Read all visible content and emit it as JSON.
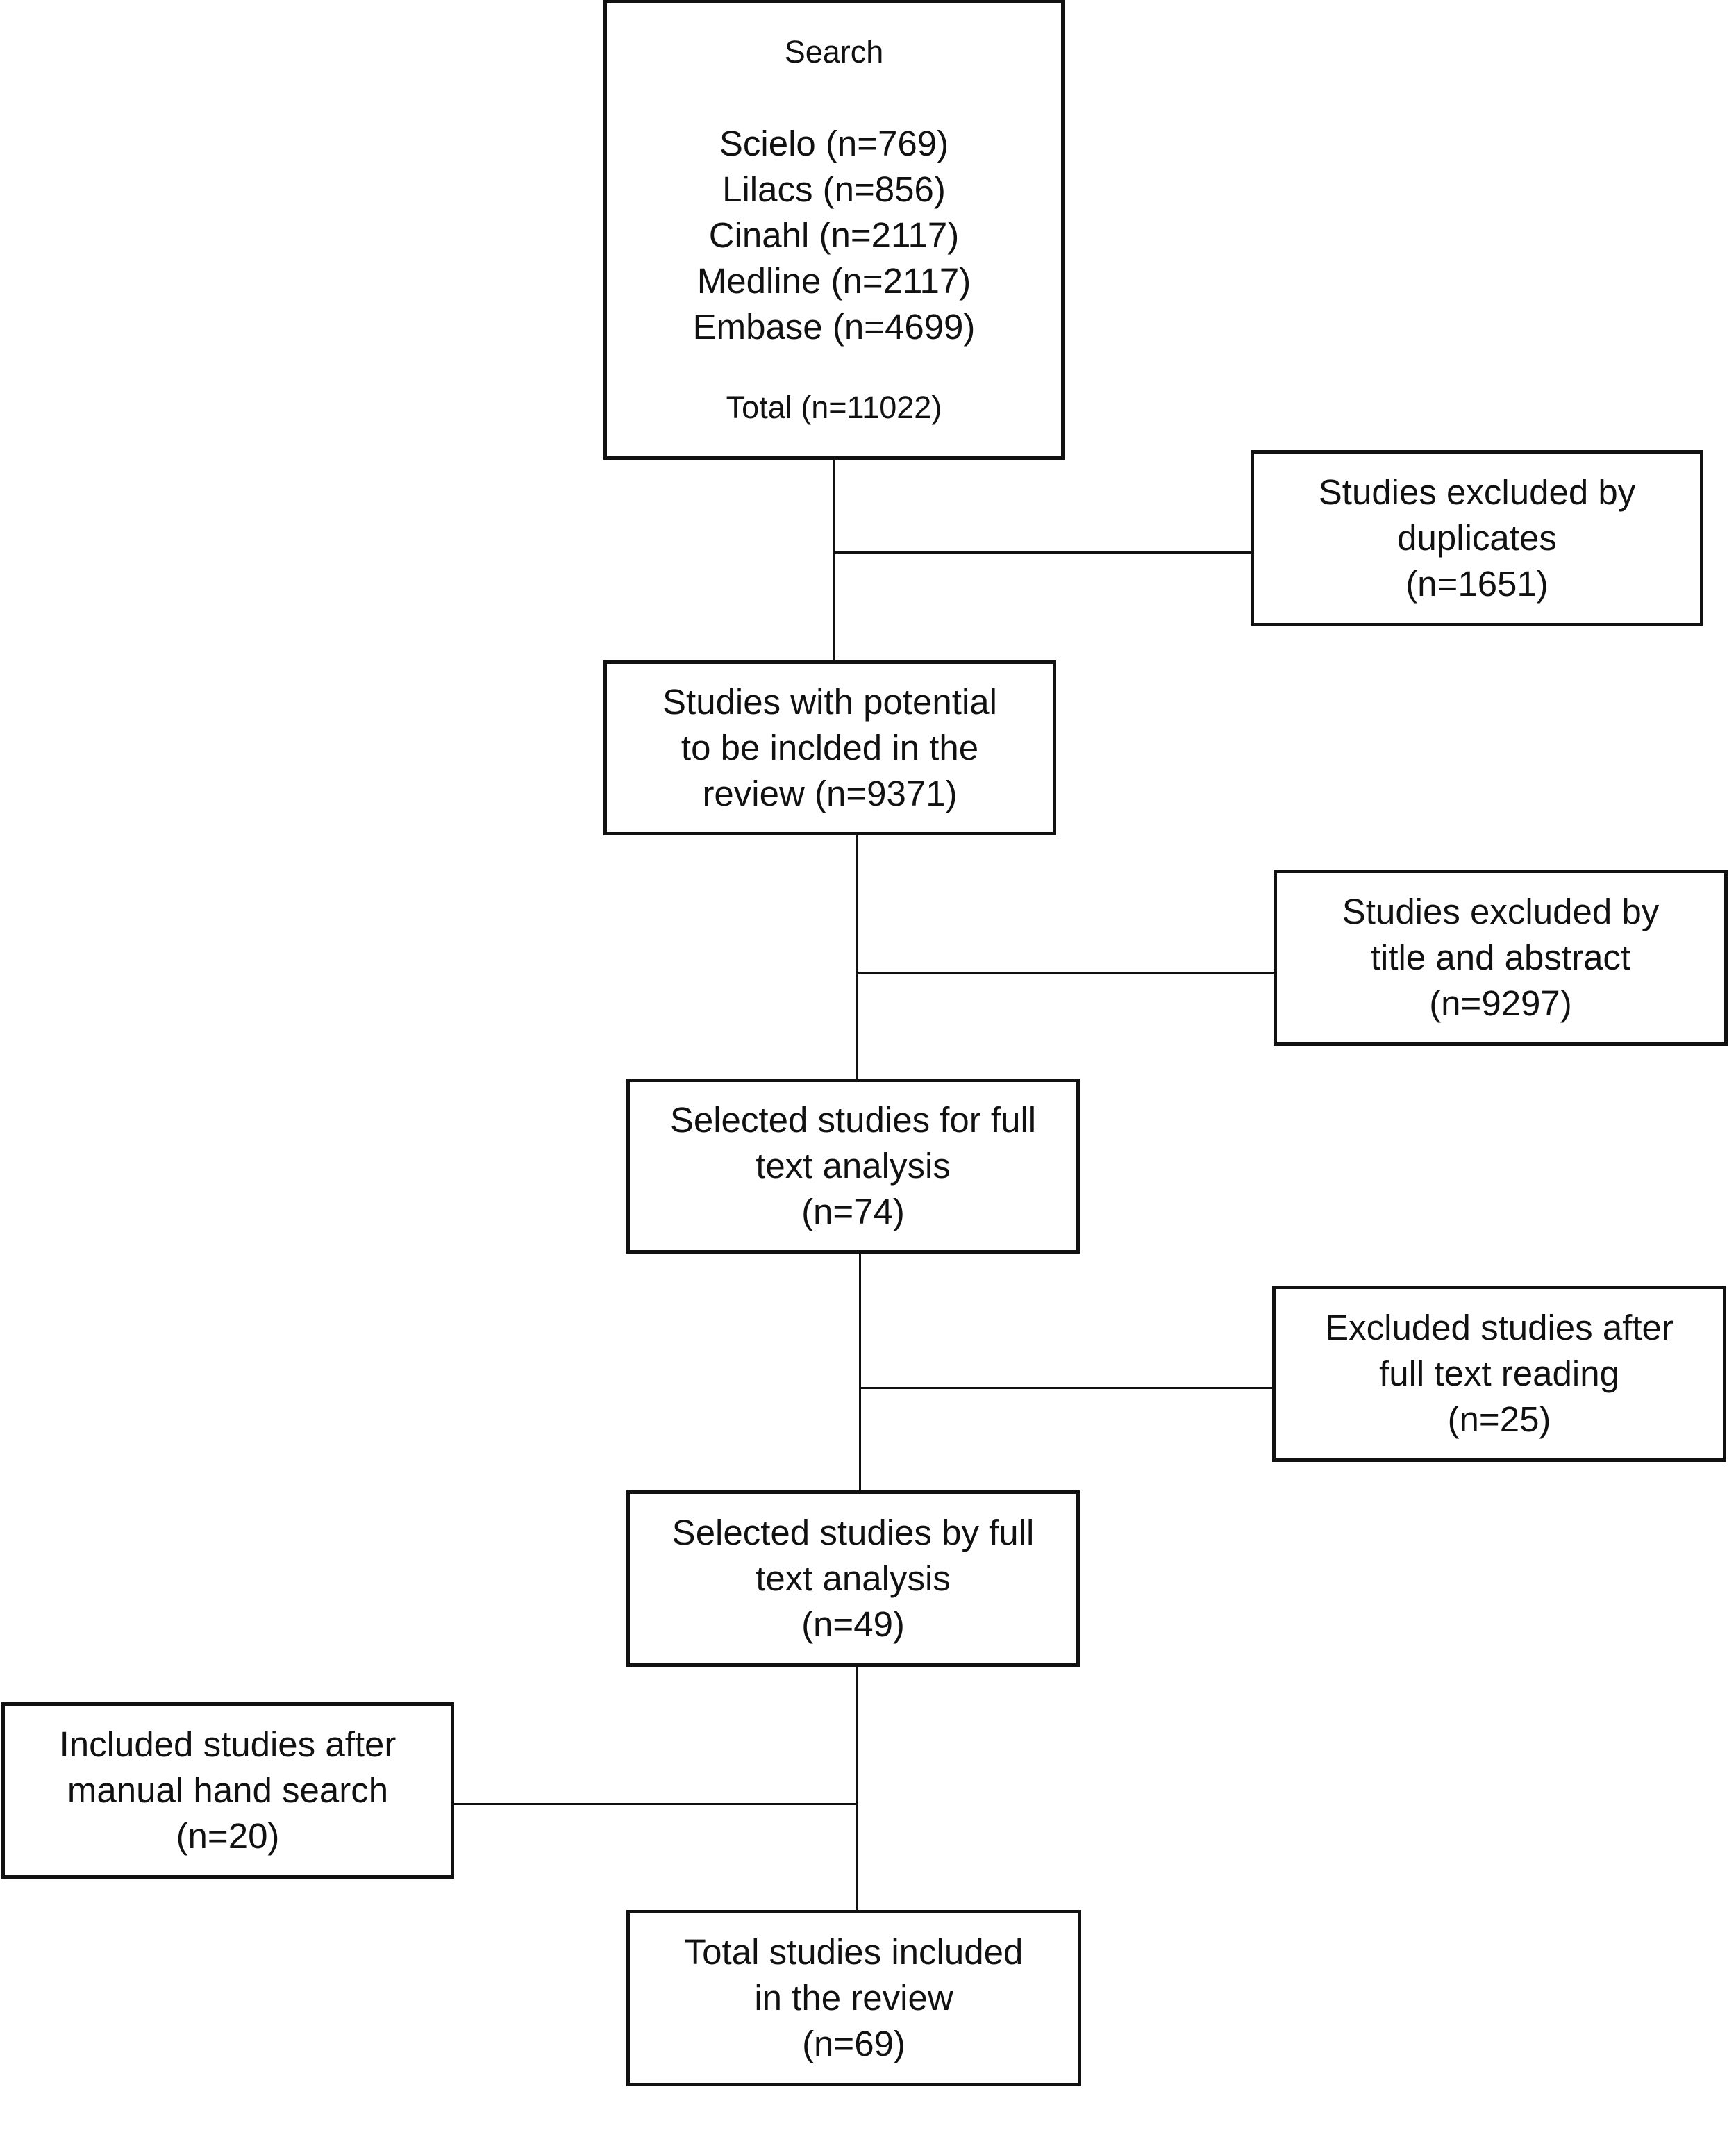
{
  "search": {
    "title": "Search",
    "sources": [
      "Scielo (n=769)",
      "Lilacs (n=856)",
      "Cinahl (n=2117)",
      "Medline (n=2117)",
      "Embase (n=4699)"
    ],
    "total": "Total (n=11022)"
  },
  "excluded_duplicates": [
    "Studies excluded by",
    "duplicates",
    "(n=1651)"
  ],
  "potential": [
    "Studies with potential",
    "to be inclded in the",
    "review (n=9371)"
  ],
  "excluded_title_abstract": [
    "Studies excluded by",
    "title and abstract",
    "(n=9297)"
  ],
  "selected_full_text": [
    "Selected studies for full",
    "text analysis",
    "(n=74)"
  ],
  "excluded_full_text": [
    "Excluded studies after",
    "full text reading",
    "(n=25)"
  ],
  "selected_by_full_text": [
    "Selected studies by full",
    "text analysis",
    "(n=49)"
  ],
  "manual_search": [
    "Included studies after",
    "manual hand search",
    "(n=20)"
  ],
  "total_included": [
    "Total studies included",
    "in the review",
    "(n=69)"
  ]
}
